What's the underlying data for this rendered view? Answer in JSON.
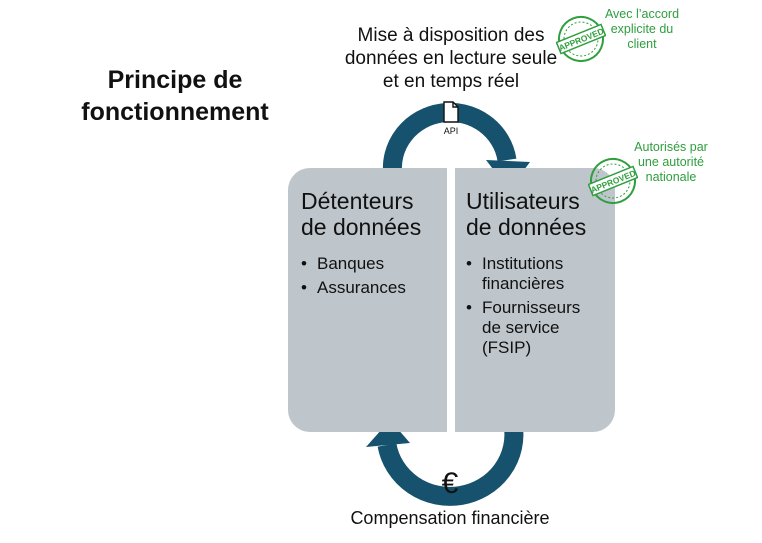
{
  "title": [
    "Principe de",
    "fonctionnement"
  ],
  "top_caption": [
    "Mise à disposition des",
    "données en lecture seule",
    "et en temps réel"
  ],
  "bottom_caption": "Compensation financière",
  "api_label": "API",
  "euro_symbol": "€",
  "left_panel": {
    "title": [
      "Détenteurs",
      "de données"
    ],
    "items": [
      "Banques",
      "Assurances"
    ]
  },
  "right_panel": {
    "title": [
      "Utilisateurs",
      "de données"
    ],
    "items": [
      [
        "Institutions",
        "financières"
      ],
      [
        "Fournisseurs",
        "de service",
        "(FSIP)"
      ]
    ]
  },
  "notes": {
    "client_consent": [
      "Avec l’accord",
      "explicite du",
      "client"
    ],
    "national_authority": [
      "Autorisés par",
      "une autorité",
      "nationale"
    ]
  },
  "stamp_text": "APPROVED",
  "colors": {
    "panel": "#bec6cb",
    "arrow": "#16526d",
    "stamp_green": "#2e9e3e"
  }
}
